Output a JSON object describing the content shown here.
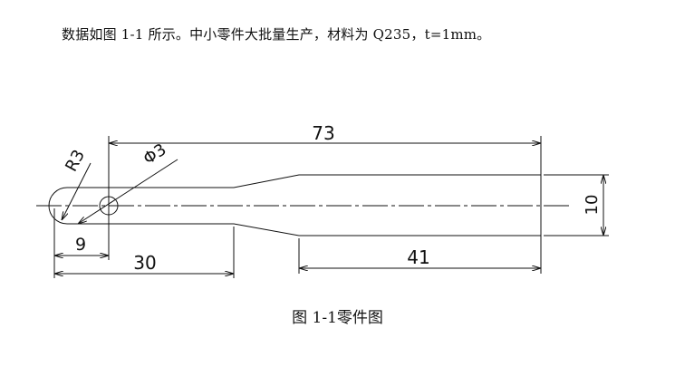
{
  "description": "数据如图 1-1 所示。中小零件大批量生产，材料为 Q235，t=1mm。",
  "figure": {
    "dimensions": {
      "overall_length": "73",
      "diameter_hole": "Φ3",
      "radius_end": "R3",
      "hole_offset": "9",
      "head_length": "30",
      "tail_length": "41",
      "width": "10"
    },
    "caption": "图 1-1零件图"
  }
}
